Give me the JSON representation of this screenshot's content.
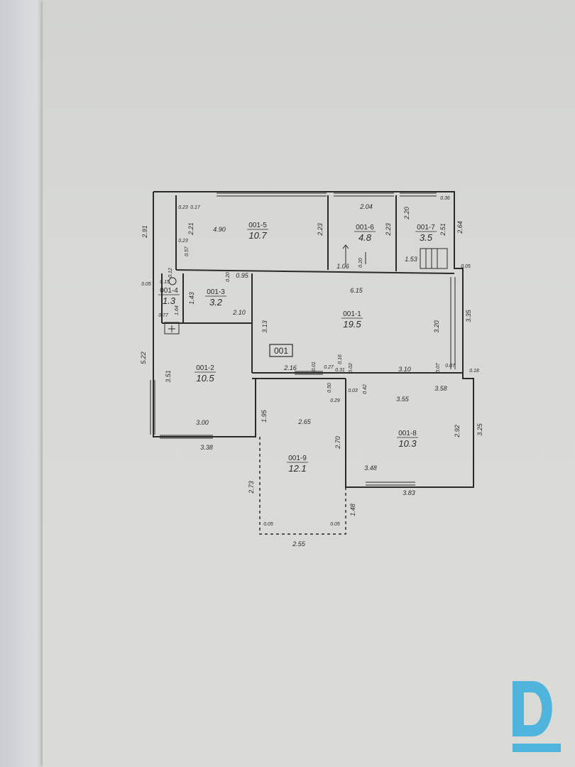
{
  "plan": {
    "label": "001",
    "rooms": [
      {
        "id": "001-1",
        "area": "19.5"
      },
      {
        "id": "001-2",
        "area": "10.5"
      },
      {
        "id": "001-3",
        "area": "3.2"
      },
      {
        "id": "001-4",
        "area": "1.3"
      },
      {
        "id": "001-5",
        "area": "10.7"
      },
      {
        "id": "001-6",
        "area": "4.8"
      },
      {
        "id": "001-7",
        "area": "3.5"
      },
      {
        "id": "001-8",
        "area": "10.3"
      },
      {
        "id": "001-9",
        "area": "12.1"
      }
    ],
    "dimensions": [
      "2.91",
      "0.05",
      "0.23",
      "0.17",
      "2.21",
      "4.90",
      "0.23",
      "0.57",
      "2.23",
      "2.04",
      "2.23",
      "1.06",
      "0.20",
      "0.36",
      "2.20",
      "2.64",
      "2.51",
      "1.53",
      "0.05",
      "0.12",
      "0.15",
      "1.43",
      "0.77",
      "1.64",
      "0.20",
      "0.95",
      "2.10",
      "3.13",
      "6.15",
      "3.20",
      "3.35",
      "5.22",
      "3.51",
      "3.00",
      "3.38",
      "1.95",
      "2.16",
      "0.01",
      "0.27",
      "0.16",
      "0.31",
      "0.02",
      "0.50",
      "0.29",
      "0.42",
      "0.03",
      "3.10",
      "0.07",
      "0.07",
      "0.18",
      "3.55",
      "3.58",
      "2.92",
      "3.25",
      "3.48",
      "3.83",
      "2.65",
      "2.70",
      "2.73",
      "1.48",
      "0.05",
      "0.05",
      "2.55"
    ]
  },
  "colors": {
    "paper": "#d9dad6",
    "ink": "#2a2a2a",
    "logo": "#4fb5dc"
  },
  "icons": {
    "logo": "letter-d-logo"
  }
}
